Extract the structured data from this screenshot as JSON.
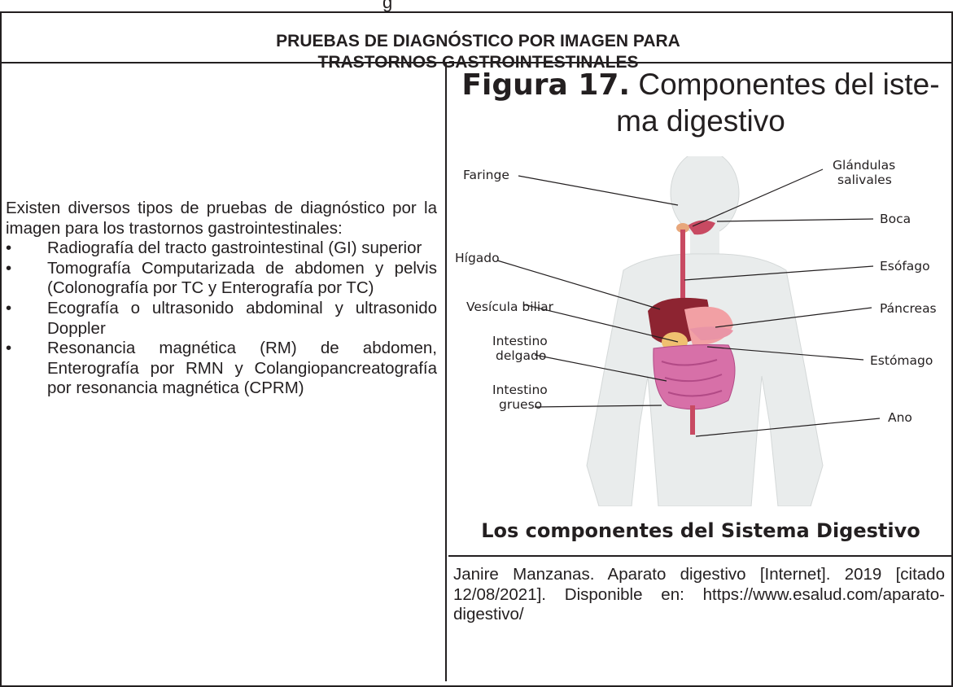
{
  "fragment": "g",
  "header": {
    "line1": "PRUEBAS DE DIAGNÓSTICO POR IMAGEN PARA",
    "line2": "TRASTORNOS GASTROINTESTINALES"
  },
  "left": {
    "intro": "Existen diversos tipos de pruebas de diagnóstico por la imagen para los trastornos gastrointestinales:",
    "bullet_glyph": "•",
    "bullets": [
      "Radiografía del tracto gastrointestinal (GI) superior",
      "Tomografía Computarizada de abdomen y pelvis (Colonografía por TC y Enterografía por TC)",
      "Ecografía o ultrasonido abdominal y ultrasonido Doppler",
      "Resonancia magnética (RM) de abdomen, Enterografía por RMN y Colangiopancreatografía por resonancia magnética (CPRM)"
    ]
  },
  "figure": {
    "number": "Figura 17.",
    "title_line1_rest": " Componentes del iste-",
    "title_line2": "ma digestivo",
    "labels": {
      "faringe": "Faringe",
      "glandulas_1": "Glándulas",
      "glandulas_2": "salivales",
      "boca": "Boca",
      "higado": "Hígado",
      "esofago": "Esófago",
      "vesicula": "Vesícula biliar",
      "pancreas": "Páncreas",
      "intestino_delgado_1": "Intestino",
      "intestino_delgado_2": "delgado",
      "estomago": "Estómago",
      "intestino_grueso_1": "Intestino",
      "intestino_grueso_2": "grueso",
      "ano": "Ano"
    },
    "caption": "Los componentes del Sistema Digestivo",
    "citation": "Janire Manzanas. Aparato digestivo [Internet]. 2019 [citado 12/08/2021]. Disponible en: https://www.esalud.com/aparato-digestivo/"
  },
  "colors": {
    "border": "#231f20",
    "skin": "#e9ecec",
    "liver": "#8d2431",
    "stomach": "#f2a0a4",
    "intestine": "#d770a8",
    "gallbladder": "#f0c070"
  }
}
